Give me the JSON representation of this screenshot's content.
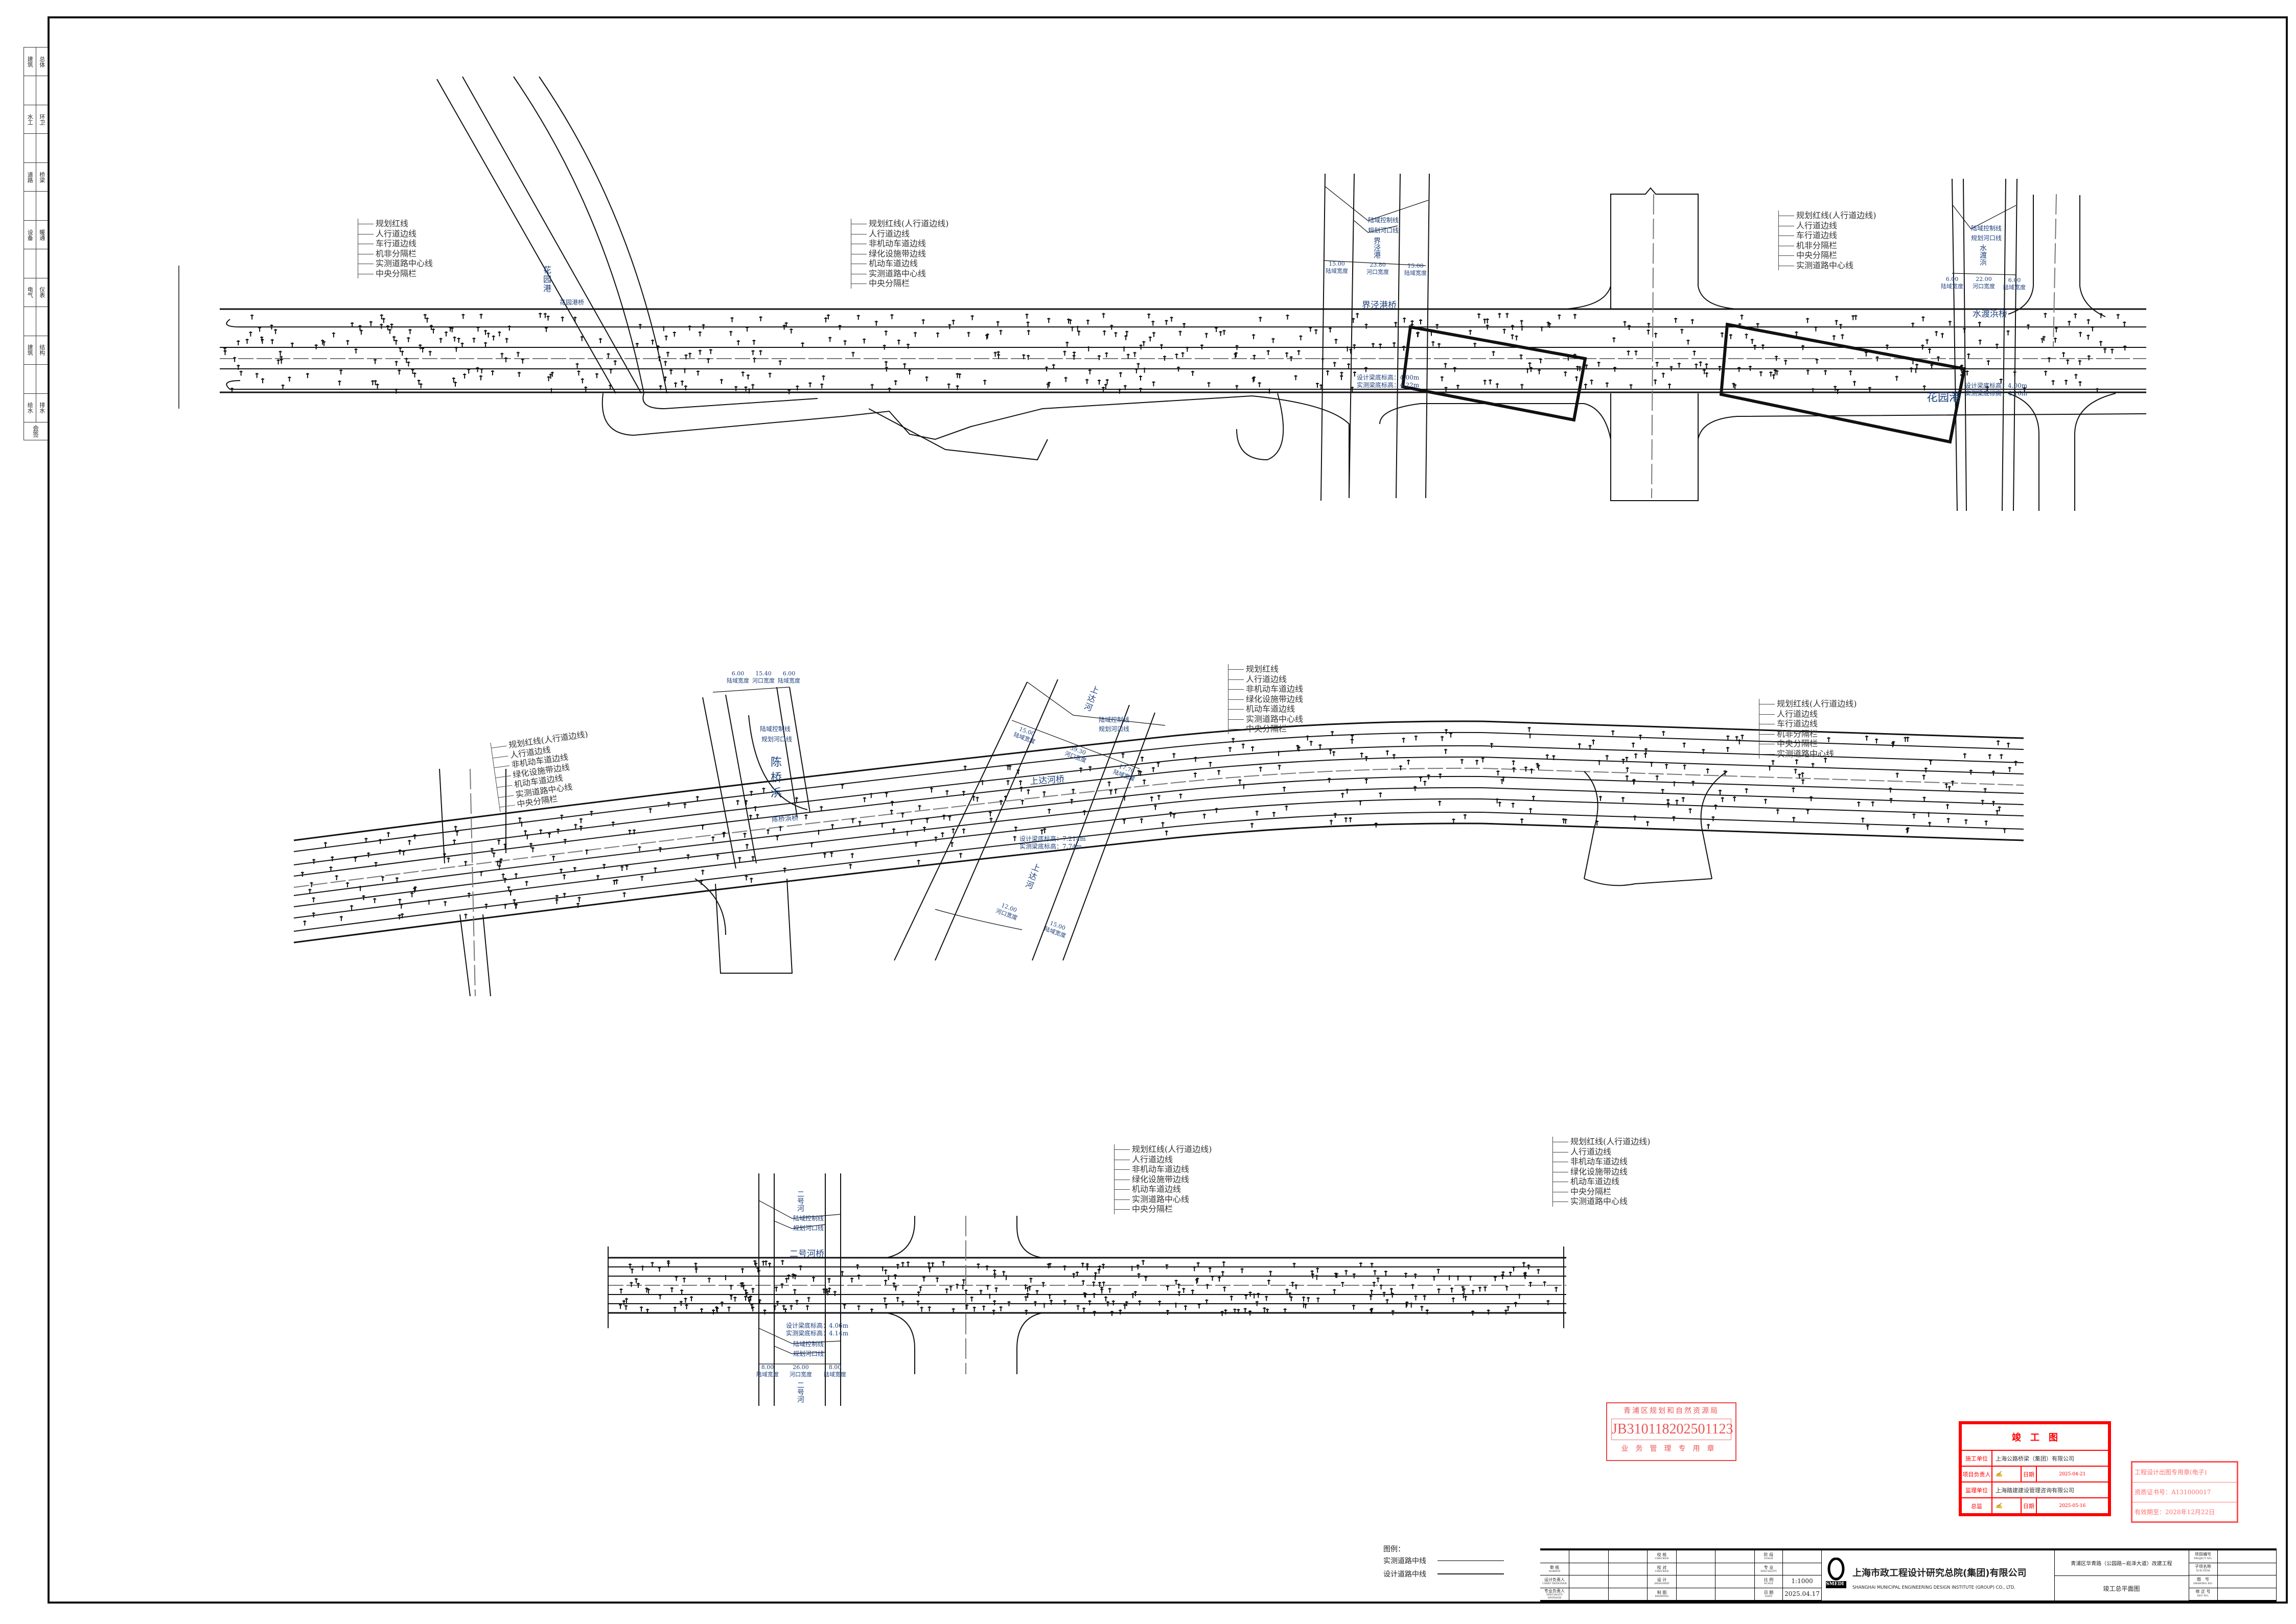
{
  "sidebar": {
    "rows": [
      [
        "建筑",
        "总体"
      ],
      [
        "水工",
        "环卫"
      ],
      [
        "道路",
        "桥梁"
      ],
      [
        "设备",
        "暖通"
      ],
      [
        "电气",
        "仪表"
      ],
      [
        "建筑",
        "结构"
      ],
      [
        "给水",
        "排水"
      ]
    ],
    "sign_label": "会签"
  },
  "annotations": {
    "top_left": [
      "规划红线",
      "人行道边线",
      "车行道边线",
      "机非分隔栏",
      "实测道路中心线",
      "中央分隔栏"
    ],
    "top_mid": [
      "规划红线(人行道边线)",
      "人行道边线",
      "非机动车道边线",
      "绿化设施带边线",
      "机动车道边线",
      "实测道路中心线",
      "中央分隔栏"
    ],
    "top_right": [
      "规划红线(人行道边线)",
      "人行道边线",
      "车行道边线",
      "机非分隔栏",
      "中央分隔栏",
      "实测道路中心线"
    ],
    "mid_left": [
      "规划红线(人行道边线)",
      "人行道边线",
      "非机动车道边线",
      "绿化设施带边线",
      "机动车道边线",
      "实测道路中心线",
      "中央分隔栏"
    ],
    "mid_center": [
      "规划红线",
      "人行道边线",
      "非机动车道边线",
      "绿化设施带边线",
      "机动车道边线",
      "实测道路中心线",
      "中央分隔栏"
    ],
    "mid_right": [
      "规划红线(人行道边线)",
      "人行道边线",
      "车行道边线",
      "机非分隔栏",
      "中央分隔栏",
      "实测道路中心线"
    ],
    "bot_left": [
      "规划红线(人行道边线)",
      "人行道边线",
      "非机动车道边线",
      "绿化设施带边线",
      "机动车道边线",
      "实测道路中心线",
      "中央分隔栏"
    ],
    "bot_right": [
      "规划红线(人行道边线)",
      "人行道边线",
      "非机动车道边线",
      "绿化设施带边线",
      "机动车道边线",
      "中央分隔栏",
      "实测道路中心线"
    ]
  },
  "rivers": {
    "huayuangang": "花园港",
    "jiejinggang": "界泾港",
    "shuidubang": "水渡浜",
    "chenqiaobang": "陈桥浜",
    "shangdahe": "上达河",
    "erhaohe": "二号河"
  },
  "control_lines": {
    "land_control": "陆域控制线",
    "planned_bank": "规划河口线"
  },
  "width_labels": {
    "land": "陆域宽度",
    "bank": "河口宽度"
  },
  "widths": {
    "jiejinggang": [
      "15.00",
      "23.80",
      "15.00"
    ],
    "shuidubang": [
      "6.00",
      "22.00",
      "6.00"
    ],
    "chenqiaobang": [
      "6.00",
      "15.40",
      "6.00"
    ],
    "shangdahe_north": [
      "15.00",
      "39.30",
      "17.70"
    ],
    "shangdahe_south": [
      "12.00",
      "15.00"
    ],
    "erhaohe": [
      "8.00",
      "26.00",
      "8.00"
    ]
  },
  "bridges": {
    "huayuangang": {
      "name": "花园港桥"
    },
    "jiejinggang": {
      "name": "界泾港桥",
      "design": "设计梁底标高：4.00m",
      "measured": "实测梁底标高：4.22m"
    },
    "shuidubang": {
      "name": "水渡浜桥",
      "design": "设计梁底标高：4.00m",
      "measured": "实测梁底标高：4.16m"
    },
    "chenqiaobang": {
      "name": "陈桥浜桥"
    },
    "shangdahe": {
      "name": "上达河桥",
      "design": "设计梁底标高：7.214m",
      "measured": "实测梁底标高：7.74m"
    },
    "erhaohe": {
      "name": "二号河桥",
      "design": "设计梁底标高：4.06m",
      "measured": "实测梁底标高：4.14m"
    }
  },
  "legend": {
    "title": "图例：",
    "items": [
      {
        "label": "实测道路中线",
        "color": "#777777"
      },
      {
        "label": "设计道路中线",
        "color": "#222222"
      }
    ]
  },
  "asbuilt_stamp": {
    "title": "竣　工　图",
    "contractor_label": "施工单位",
    "contractor": "上海公路桥梁（集团）有限公司",
    "manager_label": "项目负责人",
    "date_label": "日期",
    "manager_date": "2025-04-21",
    "supervisor_label": "监理单位",
    "supervisor": "上海踏建建设管理咨询有限公司",
    "chief_label": "总监",
    "chief_date": "2025-05-16",
    "color": "#ff0000"
  },
  "planning_stamp": {
    "top": "青浦区规划和自然资源局",
    "code": "JB310118202501123",
    "bottom": "业务管理专用章"
  },
  "design_stamp": {
    "title": "工程设计出图专用章(电子)",
    "cert": "资质证书号：A131000017",
    "valid": "有效期至：2028年12月22日"
  },
  "title_block": {
    "cells": [
      [
        "",
        "",
        "",
        "校 核",
        "CHECKED",
        "",
        "",
        "阶 段",
        "STAGE",
        ""
      ],
      [
        "审 核",
        "AGREED",
        "",
        "校 对",
        "CHECKED",
        "",
        "",
        "专 业",
        "SPECIALITY",
        ""
      ],
      [
        "设计负责人",
        "CHIEF DESIGNER",
        "",
        "设 计",
        "DESIGNED",
        "",
        "",
        "比 例",
        "SCALE",
        "1:1000"
      ],
      [
        "专业负责人",
        "SPECIALITY SPONSOR",
        "",
        "制 图",
        "DRAWING",
        "",
        "",
        "日 期",
        "DATE",
        "2025.04.17"
      ]
    ],
    "company_cn": "上海市政工程设计研究总院(集团)有限公司",
    "company_en": "SHANGHAI MUNICIPAL ENGINEERING DESIGN INSTITUTE (GROUP) CO., LTD.",
    "logo_text": "SMEDI",
    "project_name": "青浦区华青路（公园路~崧泽大道）改建工程",
    "drawing_name": "竣工总平面图",
    "meta": [
      {
        "cn": "项目编号",
        "en": "PROJECT NO."
      },
      {
        "cn": "子项名称",
        "en": "SUB ITEM"
      },
      {
        "cn": "图　号",
        "en": "DRAWING NO."
      },
      {
        "cn": "修 正 号",
        "en": "REV NO."
      }
    ]
  }
}
